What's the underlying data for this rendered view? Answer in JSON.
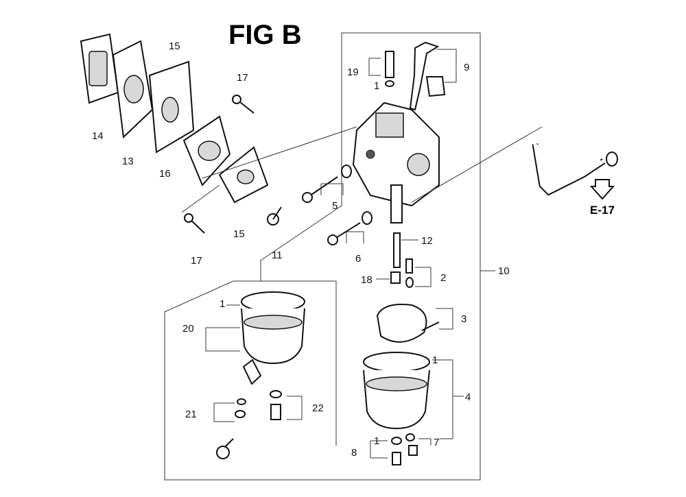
{
  "title": "FIG B",
  "reference": "E-17",
  "callouts": [
    "1",
    "2",
    "3",
    "4",
    "5",
    "6",
    "7",
    "8",
    "9",
    "10",
    "11",
    "12",
    "13",
    "14",
    "15",
    "16",
    "17",
    "18",
    "19",
    "20",
    "21",
    "22"
  ]
}
